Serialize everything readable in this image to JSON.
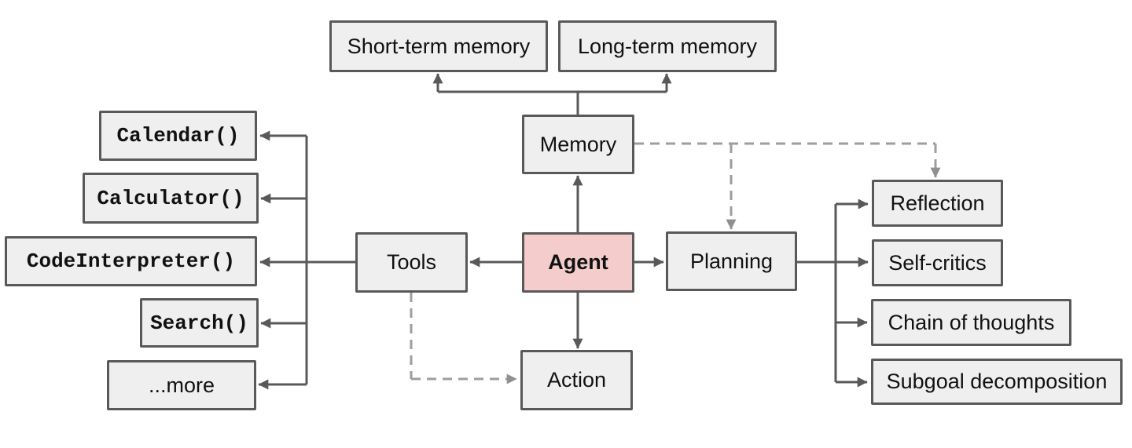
{
  "diagram": {
    "colors": {
      "background": "#ffffff",
      "node_fill": "#efefef",
      "node_border": "#595959",
      "agent_fill": "#f4cccc",
      "solid_connector": "#595959",
      "dashed_connector": "#9e9e9e",
      "text": "#111111"
    },
    "nodes": {
      "agent": "Agent",
      "memory": "Memory",
      "tools": "Tools",
      "planning": "Planning",
      "action": "Action",
      "short_term_memory": "Short-term memory",
      "long_term_memory": "Long-term memory"
    },
    "tool_items": [
      "Calendar()",
      "Calculator()",
      "CodeInterpreter()",
      "Search()",
      "...more"
    ],
    "planning_items": [
      "Reflection",
      "Self-critics",
      "Chain of thoughts",
      "Subgoal decomposition"
    ],
    "edges": [
      {
        "from": "Memory",
        "to": "Short-term memory",
        "style": "solid"
      },
      {
        "from": "Memory",
        "to": "Long-term memory",
        "style": "solid"
      },
      {
        "from": "Agent",
        "to": "Memory",
        "style": "solid"
      },
      {
        "from": "Agent",
        "to": "Tools",
        "style": "solid"
      },
      {
        "from": "Agent",
        "to": "Planning",
        "style": "solid"
      },
      {
        "from": "Agent",
        "to": "Action",
        "style": "solid"
      },
      {
        "from": "Tools",
        "to": "Calendar()",
        "style": "solid"
      },
      {
        "from": "Tools",
        "to": "Calculator()",
        "style": "solid"
      },
      {
        "from": "Tools",
        "to": "CodeInterpreter()",
        "style": "solid"
      },
      {
        "from": "Tools",
        "to": "Search()",
        "style": "solid"
      },
      {
        "from": "Tools",
        "to": "...more",
        "style": "solid"
      },
      {
        "from": "Planning",
        "to": "Reflection",
        "style": "solid"
      },
      {
        "from": "Planning",
        "to": "Self-critics",
        "style": "solid"
      },
      {
        "from": "Planning",
        "to": "Chain of thoughts",
        "style": "solid"
      },
      {
        "from": "Planning",
        "to": "Subgoal decomposition",
        "style": "solid"
      },
      {
        "from": "Memory",
        "to": "Planning",
        "style": "dashed"
      },
      {
        "from": "Memory",
        "to": "Reflection",
        "style": "dashed"
      },
      {
        "from": "Tools",
        "to": "Action",
        "style": "dashed"
      }
    ]
  }
}
